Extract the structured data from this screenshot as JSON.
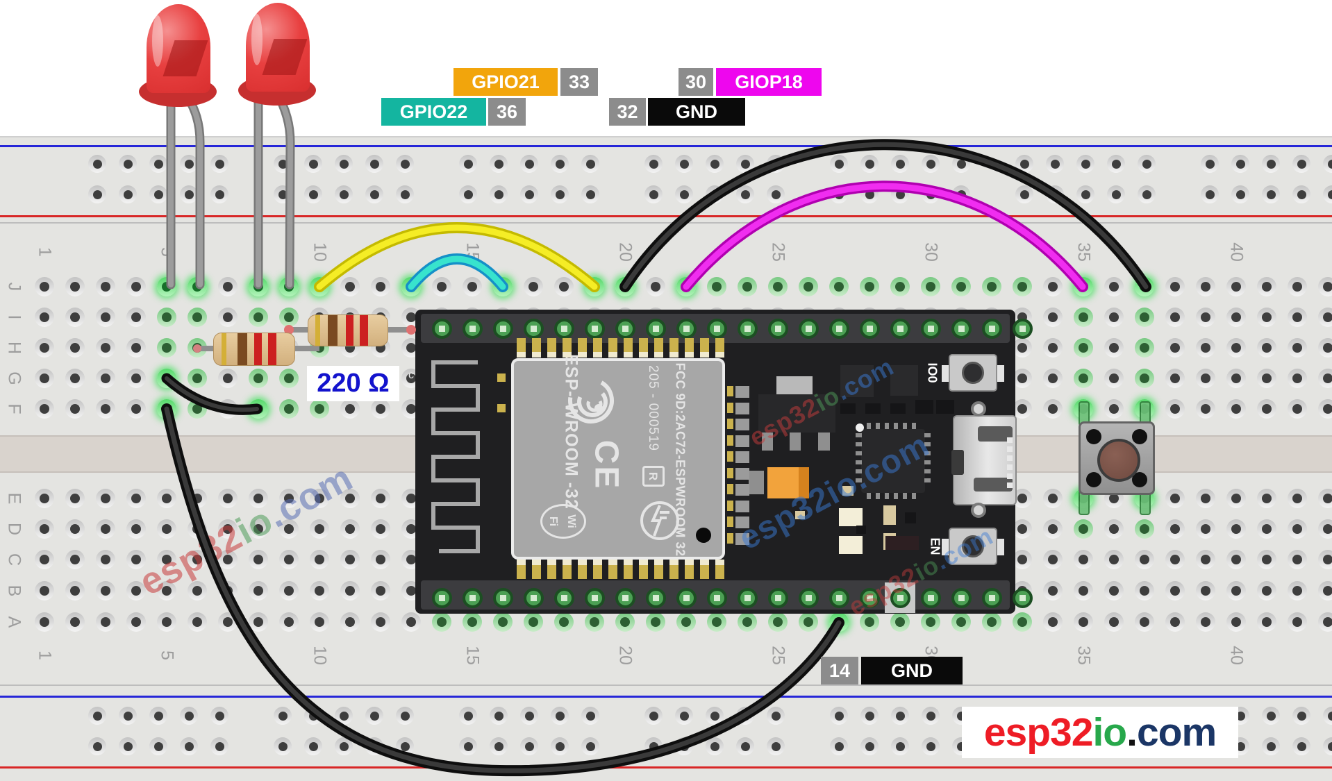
{
  "pin_labels": {
    "gpio21": "GPIO21",
    "pin33": "33",
    "gpio22": "GPIO22",
    "pin36": "36",
    "pin30": "30",
    "giop18": "GIOP18",
    "pin32": "32",
    "gnd_top": "GND",
    "pin14": "14",
    "gnd_bottom": "GND"
  },
  "resistor": {
    "value": "220 Ω"
  },
  "esp32_board": {
    "module_name": "ESP- WROOM -32",
    "serial": "205 - 000519",
    "fcc": "FCC 9D:2AC72-ESPWROOM 32",
    "r_mark": "R",
    "ce_mark": "CE",
    "wifi_line1": "Wi",
    "wifi_line2": "Fi",
    "antenna_c": "c",
    "io0_label": "IO0",
    "en_label": "EN"
  },
  "logo": {
    "part1": "esp32",
    "part2": "io",
    "dot": ".",
    "part3": "com"
  },
  "watermark": {
    "part1": "esp32",
    "part2": "io",
    "part3": ".com"
  },
  "breadboard": {
    "column_numbers": [
      "1",
      "5",
      "10",
      "15",
      "20",
      "25",
      "30",
      "35",
      "40"
    ],
    "row_letters_top": [
      "J",
      "I",
      "H",
      "G",
      "F"
    ],
    "row_letters_bottom": [
      "E",
      "D",
      "C",
      "B",
      "A"
    ]
  },
  "colors": {
    "gpio21_bg": "#F2A50C",
    "gpio22_bg": "#14B5A0",
    "giop18_bg": "#EE06EE",
    "pin_number_bg": "#8C8C8C",
    "gnd_bg": "#0A0A0A",
    "wire_yellow": "#F5ED26",
    "wire_cyan": "#38E3CD",
    "wire_magenta": "#EC17EC",
    "wire_black": "#1C1C1C",
    "resistor_label_color": "#1313CD",
    "logo_red": "#EE1C25",
    "logo_green": "#27A84B",
    "logo_navy": "#1B3666"
  }
}
